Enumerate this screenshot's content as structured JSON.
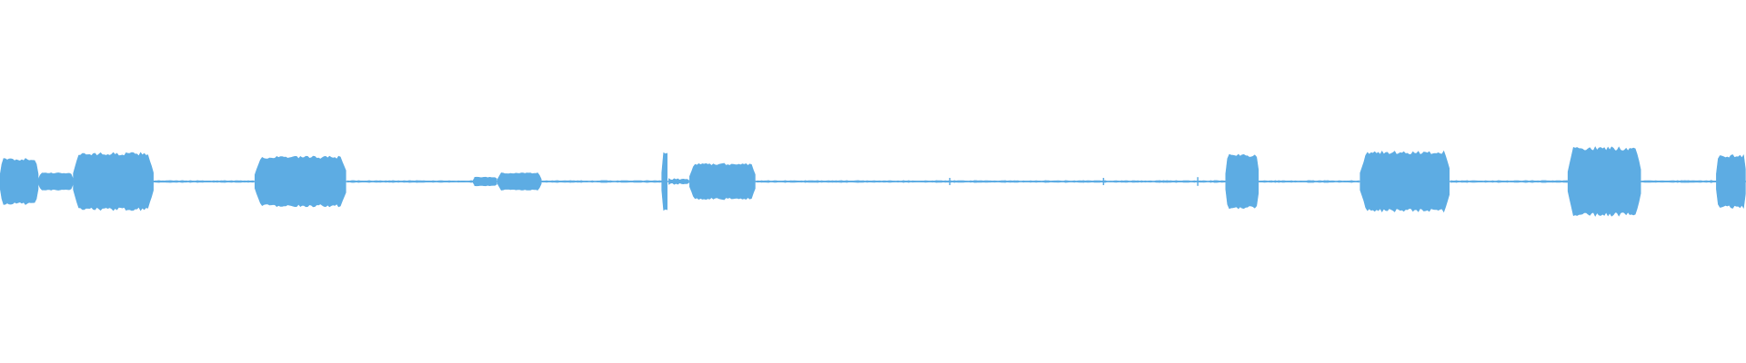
{
  "waveform": {
    "color": "#5DACE3",
    "background": "#FFFFFF",
    "duration_fraction_axis": [
      0,
      1
    ],
    "amplitude_axis": [
      -1,
      1
    ],
    "segments": [
      {
        "start": 0.0,
        "end": 0.022,
        "amp": 0.32
      },
      {
        "start": 0.022,
        "end": 0.042,
        "amp": 0.12
      },
      {
        "start": 0.042,
        "end": 0.088,
        "amp": 0.4
      },
      {
        "start": 0.088,
        "end": 0.146,
        "amp": 0.01
      },
      {
        "start": 0.146,
        "end": 0.199,
        "amp": 0.35
      },
      {
        "start": 0.199,
        "end": 0.271,
        "amp": 0.01
      },
      {
        "start": 0.271,
        "end": 0.285,
        "amp": 0.06
      },
      {
        "start": 0.285,
        "end": 0.31,
        "amp": 0.12
      },
      {
        "start": 0.31,
        "end": 0.379,
        "amp": 0.01
      },
      {
        "start": 0.379,
        "end": 0.383,
        "amp": 0.4
      },
      {
        "start": 0.383,
        "end": 0.395,
        "amp": 0.03
      },
      {
        "start": 0.395,
        "end": 0.433,
        "amp": 0.25
      },
      {
        "start": 0.433,
        "end": 0.702,
        "amp": 0.01
      },
      {
        "start": 0.702,
        "end": 0.721,
        "amp": 0.38
      },
      {
        "start": 0.721,
        "end": 0.779,
        "amp": 0.01
      },
      {
        "start": 0.779,
        "end": 0.831,
        "amp": 0.42
      },
      {
        "start": 0.831,
        "end": 0.898,
        "amp": 0.01
      },
      {
        "start": 0.898,
        "end": 0.94,
        "amp": 0.48
      },
      {
        "start": 0.94,
        "end": 0.983,
        "amp": 0.01
      },
      {
        "start": 0.983,
        "end": 1.0,
        "amp": 0.37
      }
    ],
    "ticks": [
      {
        "pos": 0.272,
        "amp": 0.06
      },
      {
        "pos": 0.544,
        "amp": 0.05
      },
      {
        "pos": 0.632,
        "amp": 0.05
      },
      {
        "pos": 0.686,
        "amp": 0.06
      },
      {
        "pos": 0.98,
        "amp": 0.02
      }
    ]
  }
}
